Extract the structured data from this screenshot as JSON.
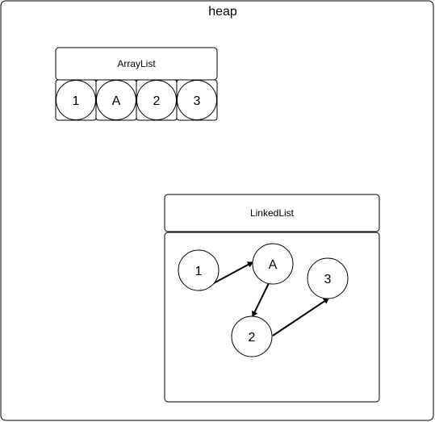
{
  "heap": {
    "title": "heap"
  },
  "arraylist": {
    "title": "ArrayList",
    "cells": [
      "1",
      "A",
      "2",
      "3"
    ]
  },
  "linkedlist": {
    "title": "LinkedList",
    "nodes": [
      "1",
      "A",
      "3",
      "2"
    ]
  },
  "colors": {
    "stroke": "#000000",
    "fill": "#ffffff"
  }
}
